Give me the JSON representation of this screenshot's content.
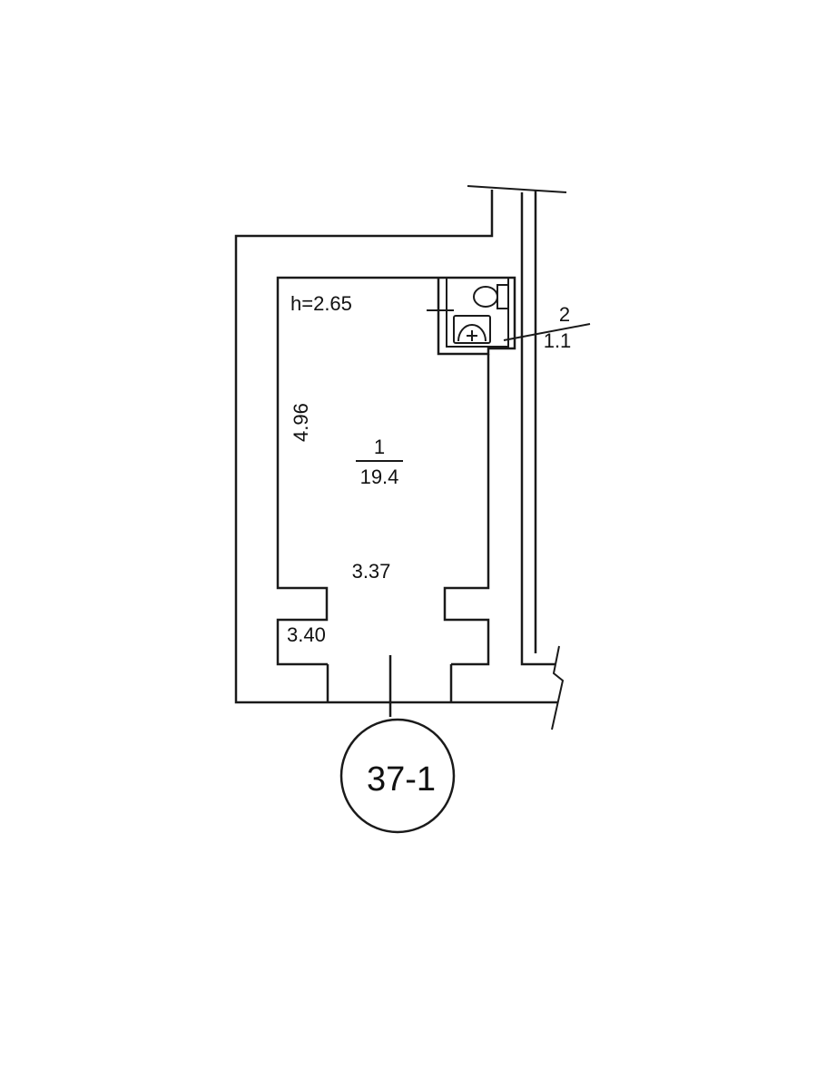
{
  "plan": {
    "ceiling_height": "h=2.65",
    "room_1": {
      "number": "1",
      "area": "19.4"
    },
    "room_2": {
      "number": "2",
      "area": "1.1"
    },
    "dimensions": {
      "left_length": "4.96",
      "inner_width": "3.37",
      "bottom_width": "3.40"
    },
    "unit_label": "37-1"
  }
}
